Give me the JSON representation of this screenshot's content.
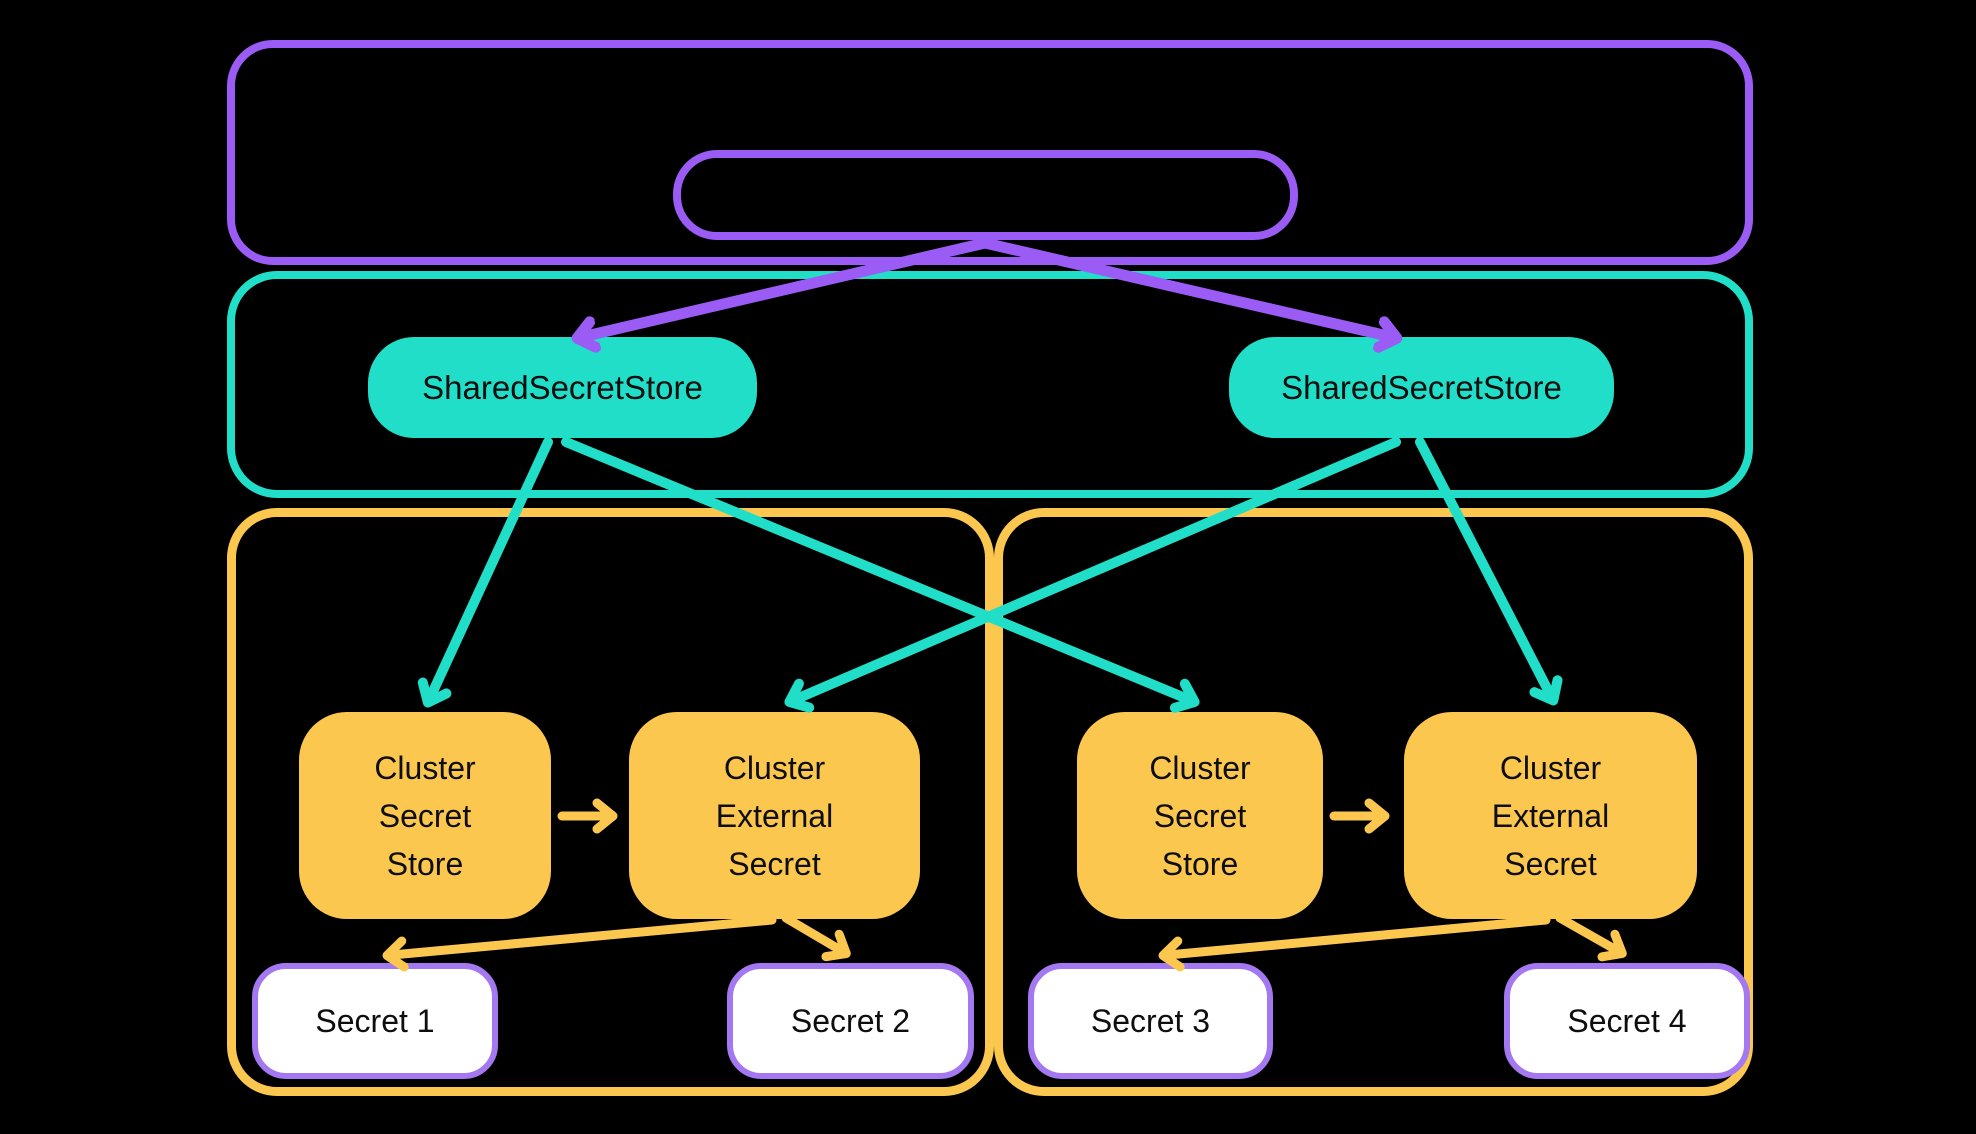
{
  "palette": {
    "background": "#000000",
    "purple": "#9B5CF6",
    "teal": "#21DEC9",
    "yellow": "#FBC74F",
    "secret_border": "#A378F1",
    "secret_fill": "#FFFFFF",
    "text": "#0E0E0E"
  },
  "containers": {
    "top_purple": {
      "label": ""
    },
    "top_inner_pill": {
      "label": ""
    },
    "teal_band": {
      "label": ""
    },
    "cluster_left": {
      "label": ""
    },
    "cluster_right": {
      "label": ""
    }
  },
  "nodes": {
    "shared_secret_store_left": {
      "label": "SharedSecretStore"
    },
    "shared_secret_store_right": {
      "label": "SharedSecretStore"
    },
    "cluster_secret_store_left": {
      "lines": [
        "Cluster",
        "Secret",
        "Store"
      ]
    },
    "cluster_external_secret_left": {
      "lines": [
        "Cluster",
        "External",
        "Secret"
      ]
    },
    "cluster_secret_store_right": {
      "lines": [
        "Cluster",
        "Secret",
        "Store"
      ]
    },
    "cluster_external_secret_right": {
      "lines": [
        "Cluster",
        "External",
        "Secret"
      ]
    },
    "secret_1": {
      "label": "Secret 1"
    },
    "secret_2": {
      "label": "Secret 2"
    },
    "secret_3": {
      "label": "Secret 3"
    },
    "secret_4": {
      "label": "Secret 4"
    }
  },
  "edges": [
    {
      "from": "top_inner_pill",
      "to": "shared_secret_store_left",
      "color": "purple"
    },
    {
      "from": "top_inner_pill",
      "to": "shared_secret_store_right",
      "color": "purple"
    },
    {
      "from": "shared_secret_store_left",
      "to": "cluster_secret_store_left",
      "color": "teal"
    },
    {
      "from": "shared_secret_store_left",
      "to": "cluster_secret_store_right",
      "color": "teal"
    },
    {
      "from": "shared_secret_store_right",
      "to": "cluster_external_secret_left",
      "color": "teal"
    },
    {
      "from": "shared_secret_store_right",
      "to": "cluster_external_secret_right",
      "color": "teal"
    },
    {
      "from": "cluster_secret_store_left",
      "to": "cluster_external_secret_left",
      "color": "yellow"
    },
    {
      "from": "cluster_secret_store_right",
      "to": "cluster_external_secret_right",
      "color": "yellow"
    },
    {
      "from": "cluster_external_secret_left",
      "to": "secret_1",
      "color": "yellow"
    },
    {
      "from": "cluster_external_secret_left",
      "to": "secret_2",
      "color": "yellow"
    },
    {
      "from": "cluster_external_secret_right",
      "to": "secret_3",
      "color": "yellow"
    },
    {
      "from": "cluster_external_secret_right",
      "to": "secret_4",
      "color": "yellow"
    }
  ]
}
